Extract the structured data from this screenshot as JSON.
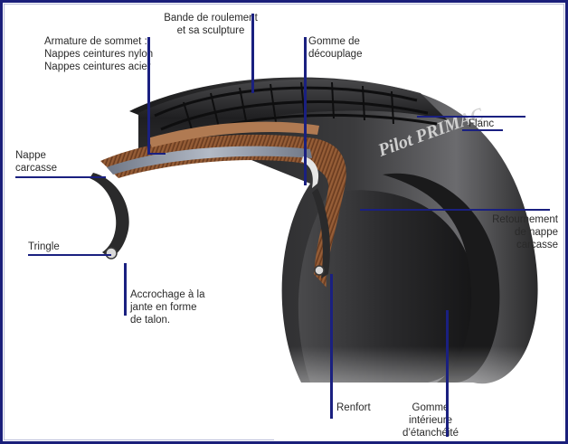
{
  "colors": {
    "frame": "#1a1f7a",
    "leader": "#1a2080",
    "rubber_dark": "#1e1e1f",
    "rubber_mid": "#3a3a3c",
    "casing_copper": "#8a5230",
    "belt_steel": "#8c95a4"
  },
  "sidewall_text": "Pilot PRIMAC",
  "labels": {
    "bande": [
      "Bande de roulement",
      "et sa sculpture"
    ],
    "armature": [
      "Armature de sommet :",
      "Nappes ceintures nylon",
      "Nappes ceintures acier"
    ],
    "gomme_decouplage": [
      "Gomme de",
      "découplage"
    ],
    "flanc": [
      "Flanc"
    ],
    "nappe_carcasse": [
      "Nappe",
      "carcasse"
    ],
    "retournement": [
      "Retournement",
      "de nappe",
      "carcasse"
    ],
    "tringle": [
      "Tringle"
    ],
    "accrochage": [
      "Accrochage à la",
      "jante en forme",
      "de talon."
    ],
    "renfort": [
      "Renfort"
    ],
    "gomme_interieure": [
      "Gomme",
      "intérieure",
      "d’étanchéité"
    ]
  }
}
